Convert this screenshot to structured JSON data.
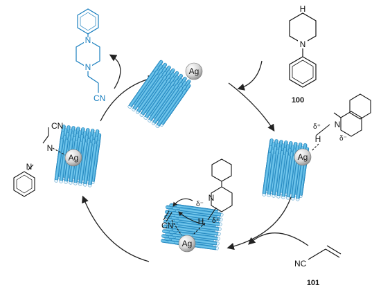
{
  "catalyst": {
    "metal_label": "Ag"
  },
  "compounds": {
    "amine": {
      "number": "100",
      "nh_label": "H",
      "n_label": "N"
    },
    "acrylonitrile": {
      "number": "101",
      "group": "NC"
    },
    "product": {
      "n_label": "N",
      "group": "CN"
    }
  },
  "intermediates": {
    "activated_amine": {
      "h_label": "H",
      "n_label": "N",
      "delta_plus": "δ⁺",
      "delta_minus": "δ⁻"
    },
    "transition_state": {
      "h_label": "H",
      "n_label": "N",
      "group": "CN",
      "delta_plus": "δ⁺",
      "delta_minus": "δ⁻"
    },
    "bound_product": {
      "n_label": "N",
      "group": "CN"
    }
  },
  "colors": {
    "rod": "#4fb3e6",
    "rod_dark": "#1f89c4",
    "product": "#1a7fbf",
    "arrow": "#222222"
  }
}
